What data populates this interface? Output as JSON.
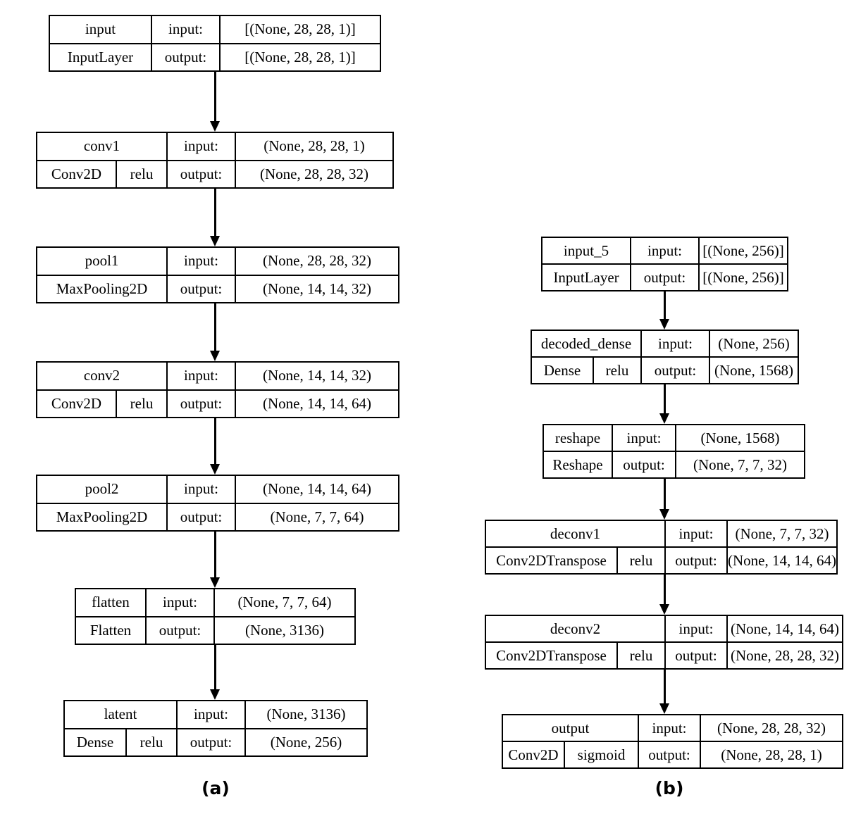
{
  "figure": {
    "type": "neural-network-architecture-diagram",
    "style": "keras-plot-model",
    "background_color": "#ffffff",
    "line_color": "#000000",
    "subfigures": [
      {
        "id": "a",
        "caption": "(a)",
        "role": "encoder"
      },
      {
        "id": "b",
        "caption": "(b)",
        "role": "decoder"
      }
    ]
  },
  "labels": {
    "input_label": "input:",
    "output_label": "output:"
  },
  "encoder": {
    "caption": "(a)",
    "nodes": [
      {
        "name": "input",
        "type": "InputLayer",
        "activation": null,
        "input_shape": "[(None, 28, 28, 1)]",
        "output_shape": "[(None, 28, 28, 1)]"
      },
      {
        "name": "conv1",
        "type": "Conv2D",
        "activation": "relu",
        "input_shape": "(None, 28, 28, 1)",
        "output_shape": "(None, 28, 28, 32)"
      },
      {
        "name": "pool1",
        "type": "MaxPooling2D",
        "activation": null,
        "input_shape": "(None, 28, 28, 32)",
        "output_shape": "(None, 14, 14, 32)"
      },
      {
        "name": "conv2",
        "type": "Conv2D",
        "activation": "relu",
        "input_shape": "(None, 14, 14, 32)",
        "output_shape": "(None, 14, 14, 64)"
      },
      {
        "name": "pool2",
        "type": "MaxPooling2D",
        "activation": null,
        "input_shape": "(None, 14, 14, 64)",
        "output_shape": "(None, 7, 7, 64)"
      },
      {
        "name": "flatten",
        "type": "Flatten",
        "activation": null,
        "input_shape": "(None, 7, 7, 64)",
        "output_shape": "(None, 3136)"
      },
      {
        "name": "latent",
        "type": "Dense",
        "activation": "relu",
        "input_shape": "(None, 3136)",
        "output_shape": "(None, 256)"
      }
    ]
  },
  "decoder": {
    "caption": "(b)",
    "nodes": [
      {
        "name": "input_5",
        "type": "InputLayer",
        "activation": null,
        "input_shape": "[(None, 256)]",
        "output_shape": "[(None, 256)]"
      },
      {
        "name": "decoded_dense",
        "type": "Dense",
        "activation": "relu",
        "input_shape": "(None, 256)",
        "output_shape": "(None, 1568)"
      },
      {
        "name": "reshape",
        "type": "Reshape",
        "activation": null,
        "input_shape": "(None, 1568)",
        "output_shape": "(None, 7, 7, 32)"
      },
      {
        "name": "deconv1",
        "type": "Conv2DTranspose",
        "activation": "relu",
        "input_shape": "(None, 7, 7, 32)",
        "output_shape": "(None, 14, 14, 64)"
      },
      {
        "name": "deconv2",
        "type": "Conv2DTranspose",
        "activation": "relu",
        "input_shape": "(None, 14, 14, 64)",
        "output_shape": "(None, 28, 28, 32)"
      },
      {
        "name": "output",
        "type": "Conv2D",
        "activation": "sigmoid",
        "input_shape": "(None, 28, 28, 32)",
        "output_shape": "(None, 28, 28, 1)"
      }
    ]
  }
}
